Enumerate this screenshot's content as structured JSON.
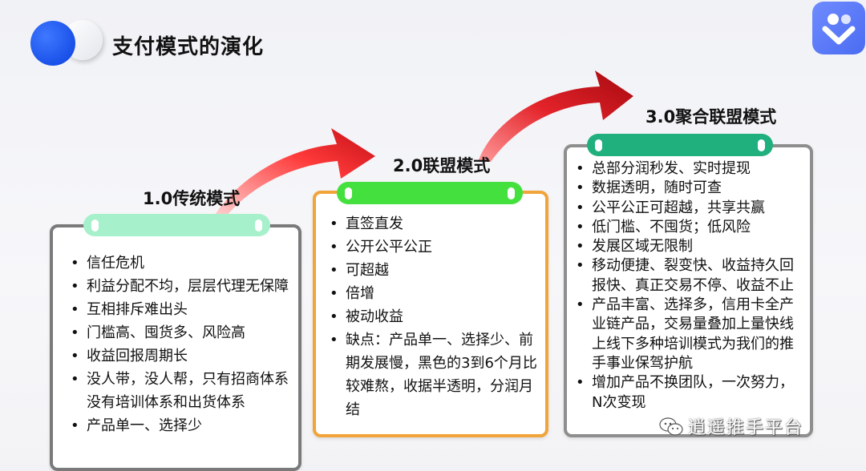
{
  "title": "支付模式的演化",
  "stages": [
    {
      "heading": "1.0传统模式",
      "items": [
        "信任危机",
        "利益分配不均，层层代理无保障",
        "互相排斥难出头",
        "门槛高、囤货多、风险高",
        "收益回报周期长",
        "没人带，没人帮，只有招商体系没有培训体系和出货体系",
        "产品单一、选择少"
      ]
    },
    {
      "heading": "2.0联盟模式",
      "items": [
        "直签直发",
        "公开公平公正",
        "可超越",
        "倍增",
        "被动收益",
        "缺点：产品单一、选择少、前期发展慢，黑色的3到6个月比较难熬，收据半透明，分润月结"
      ]
    },
    {
      "heading": "3.0聚合联盟模式",
      "items": [
        "总部分润秒发、实时提现",
        "数据透明，随时可查",
        "公平公正可超越，共享共赢",
        "低门槛、不囤货；低风险",
        "发展区域无限制",
        "移动便捷、裂变快、收益持久回报快、真正交易不停、收益不止",
        "产品丰富、选择多，信用卡全产业链产品，交易量叠加上量快线上线下多种培训模式为我们的推手事业保驾护航",
        "增加产品不换团队，一次努力，N次变现"
      ]
    }
  ],
  "watermark": "逍遥推手平台",
  "colors": {
    "accent_blue": "#0a41e0",
    "arrow_red": "#d7262b",
    "box2_border": "#f0a43a",
    "pill3": "#1fb07e",
    "pill2": "#44e03e",
    "pill1": "#a6f0cb"
  }
}
